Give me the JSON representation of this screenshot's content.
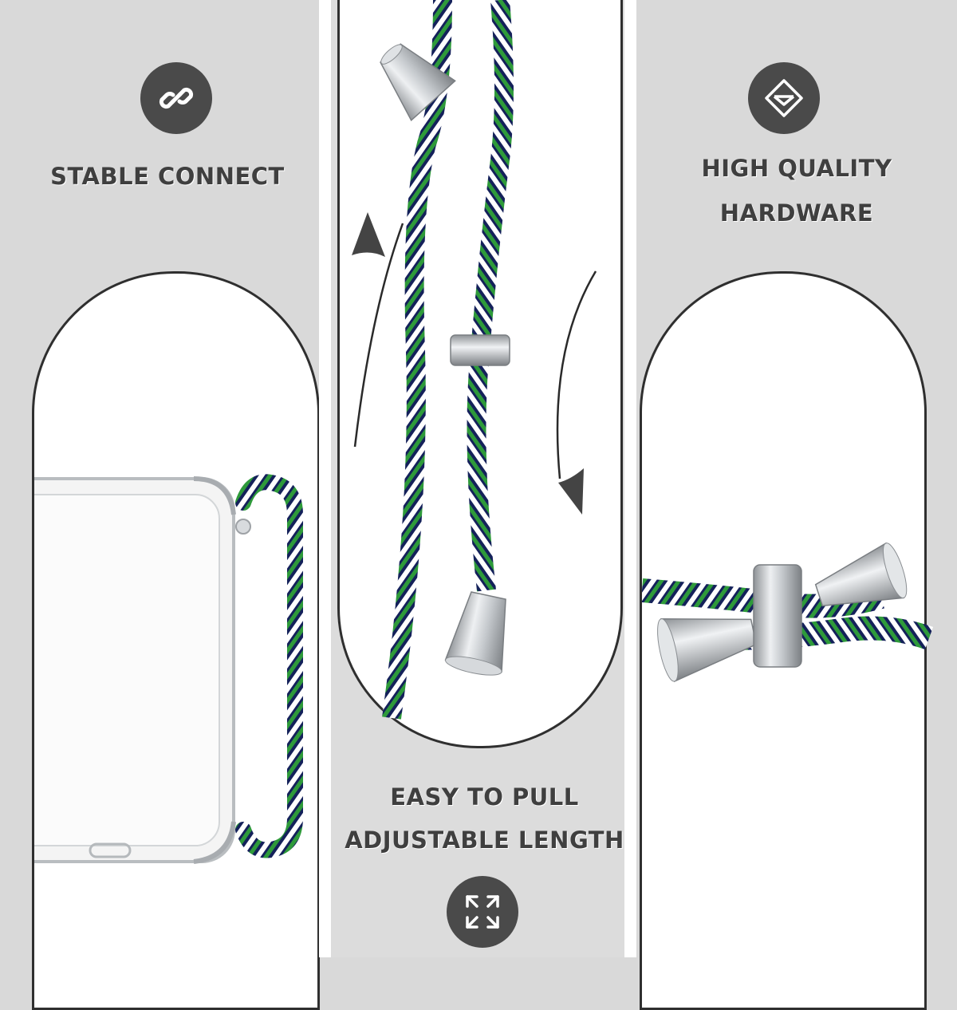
{
  "features": {
    "stable_connect": {
      "label": "STABLE CONNECT",
      "icon": "link-icon"
    },
    "adjustable": {
      "line1": "EASY TO PULL",
      "line2": "ADJUSTABLE LENGTH",
      "icon": "expand-arrows-icon"
    },
    "quality": {
      "line1": "HIGH QUALITY",
      "line2": "HARDWARE",
      "icon": "diamond-icon"
    }
  },
  "colors": {
    "background": "#d9d9d9",
    "badge": "#4a4a4a",
    "text": "#3f3f3f",
    "cord_navy": "#14215a",
    "cord_green": "#2e9a3a",
    "cord_white": "#ffffff",
    "metal": "#b8bcc0"
  }
}
